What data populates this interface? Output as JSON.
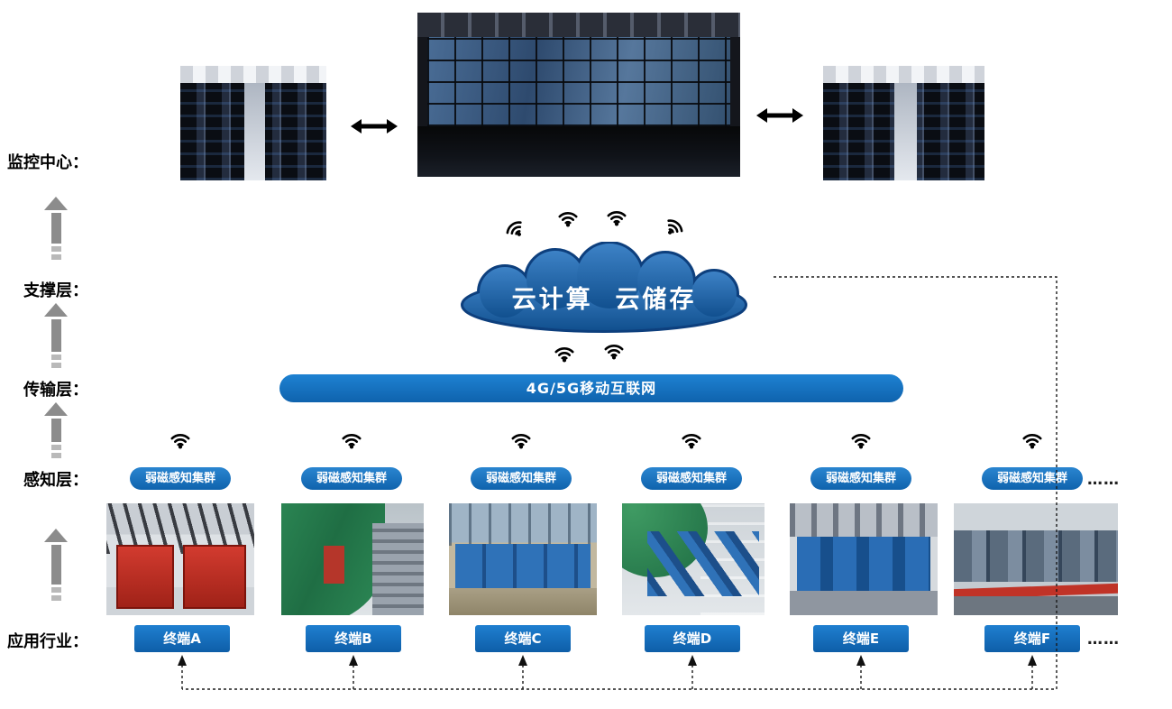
{
  "layers": {
    "monitoring": "监控中心：",
    "support": "支撑层：",
    "transmission": "传输层：",
    "perception": "感知层：",
    "application": "应用行业："
  },
  "cloud": {
    "label": "云计算  云储存"
  },
  "network": {
    "label": "4G/5G移动互联网"
  },
  "clusters": [
    {
      "label": "弱磁感知集群"
    },
    {
      "label": "弱磁感知集群"
    },
    {
      "label": "弱磁感知集群"
    },
    {
      "label": "弱磁感知集群"
    },
    {
      "label": "弱磁感知集群"
    },
    {
      "label": "弱磁感知集群"
    }
  ],
  "terminals": [
    {
      "label": "终端A"
    },
    {
      "label": "终端B"
    },
    {
      "label": "终端C"
    },
    {
      "label": "终端D"
    },
    {
      "label": "终端E"
    },
    {
      "label": "终端F"
    }
  ],
  "ellipsis": "……",
  "colors": {
    "primary_blue": "#1173c2",
    "cloud_blue": "#1e63ae",
    "cloud_outline": "#0d3f7d",
    "arrow_gray": "#8c8c8c"
  },
  "icons": {
    "wifi-icon": "signal arcs",
    "double-arrow-icon": "↔",
    "up-arrow-icon": "▲"
  }
}
